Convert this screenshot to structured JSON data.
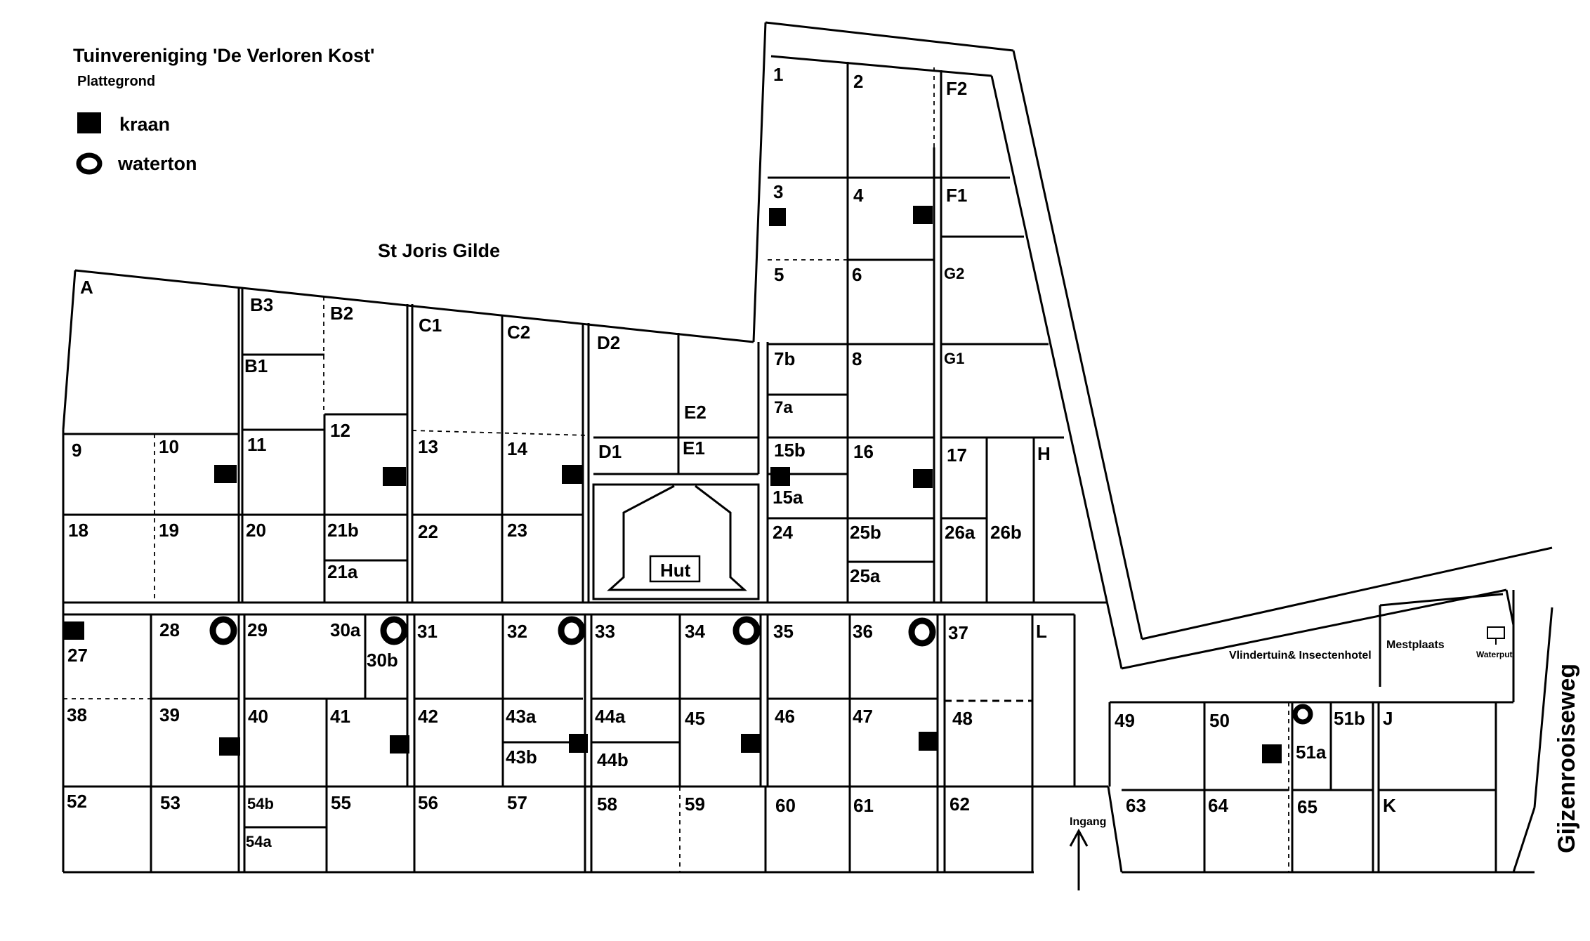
{
  "header": {
    "title": "Tuinvereniging 'De Verloren Kost'",
    "subtitle": "Plattegrond"
  },
  "legend": {
    "kraan": "kraan",
    "waterton": "waterton"
  },
  "neighbours": {
    "north": "St Joris Gilde",
    "road": "Gijzenrooiseweg"
  },
  "facilities": {
    "hut": "Hut",
    "vlindertuin": "Vlindertuin& Insectenhotel",
    "mestplaats": "Mestplaats",
    "waterput": "Waterput",
    "ingang": "Ingang"
  },
  "plots": {
    "p1": "1",
    "p2": "2",
    "F2": "F2",
    "p3": "3",
    "p4": "4",
    "F1": "F1",
    "p5": "5",
    "p6": "6",
    "G2": "G2",
    "p7b": "7b",
    "p7a": "7a",
    "p8": "8",
    "G1": "G1",
    "A": "A",
    "B3": "B3",
    "B2": "B2",
    "B1": "B1",
    "C1": "C1",
    "C2": "C2",
    "D2": "D2",
    "E2": "E2",
    "D1": "D1",
    "E1": "E1",
    "p9": "9",
    "p10": "10",
    "p11": "11",
    "p12": "12",
    "p13": "13",
    "p14": "14",
    "p15b": "15b",
    "p15a": "15a",
    "p16": "16",
    "p17": "17",
    "H": "H",
    "p18": "18",
    "p19": "19",
    "p20": "20",
    "p21b": "21b",
    "p21a": "21a",
    "p22": "22",
    "p23": "23",
    "p24": "24",
    "p25b": "25b",
    "p25a": "25a",
    "p26a": "26a",
    "p26b": "26b",
    "p27": "27",
    "p28": "28",
    "p29": "29",
    "p30a": "30a",
    "p30b": "30b",
    "p31": "31",
    "p32": "32",
    "p33": "33",
    "p34": "34",
    "p35": "35",
    "p36": "36",
    "p37": "37",
    "L": "L",
    "p38": "38",
    "p39": "39",
    "p40": "40",
    "p41": "41",
    "p42": "42",
    "p43a": "43a",
    "p43b": "43b",
    "p44a": "44a",
    "p44b": "44b",
    "p45": "45",
    "p46": "46",
    "p47": "47",
    "p48": "48",
    "p49": "49",
    "p50": "50",
    "p51b": "51b",
    "p51a": "51a",
    "J": "J",
    "p52": "52",
    "p53": "53",
    "p54b": "54b",
    "p54a": "54a",
    "p55": "55",
    "p56": "56",
    "p57": "57",
    "p58": "58",
    "p59": "59",
    "p60": "60",
    "p61": "61",
    "p62": "62",
    "p63": "63",
    "p64": "64",
    "p65": "65",
    "K": "K"
  },
  "colors": {
    "line": "#000000",
    "background": "#ffffff"
  }
}
